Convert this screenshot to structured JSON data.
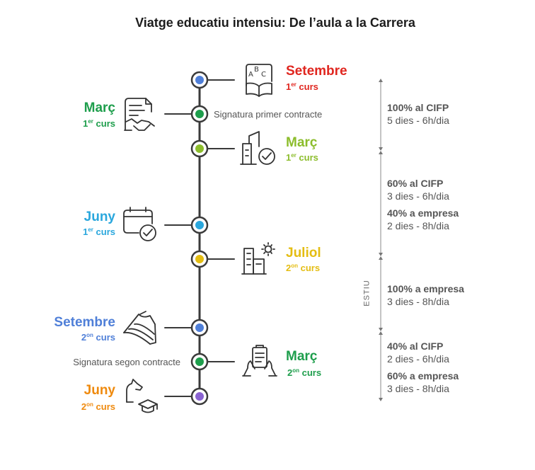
{
  "title": "Viatge educatiu intensiu: De l’aula a la Carrera",
  "colors": {
    "red": "#e0261f",
    "green": "#1e9e4c",
    "lime": "#8cbd2c",
    "cyan": "#2aa7dd",
    "yellow": "#e4bd12",
    "blue": "#4f7fd8",
    "orange": "#ef8a0e",
    "purple": "#8a63d2"
  },
  "milestones": {
    "m1": {
      "month": "Setembre",
      "course_num": "1",
      "course_sup": "er",
      "course_word": "curs",
      "icon": "abc-book-icon",
      "node_color": "#4f7fd8"
    },
    "m2": {
      "month": "Març",
      "course_num": "1",
      "course_sup": "er",
      "course_word": "curs",
      "note": "Signatura primer contracte",
      "icon": "contract-handshake-icon",
      "node_color": "#1e9e4c"
    },
    "m3": {
      "month": "Març",
      "course_num": "1",
      "course_sup": "er",
      "course_word": "curs",
      "icon": "company-check-icon",
      "node_color": "#8cbd2c"
    },
    "m4": {
      "month": "Juny",
      "course_num": "1",
      "course_sup": "er",
      "course_word": "curs",
      "icon": "calendar-check-icon",
      "node_color": "#2aa7dd"
    },
    "m5": {
      "month": "Juliol",
      "course_num": "2",
      "course_sup": "on",
      "course_word": "curs",
      "icon": "building-sun-icon",
      "node_color": "#e4bd12"
    },
    "m6": {
      "month": "Setembre",
      "course_num": "2",
      "course_sup": "on",
      "course_word": "curs",
      "icon": "open-book-icon",
      "node_color": "#4f7fd8"
    },
    "m7": {
      "month": "Març",
      "course_num": "2",
      "course_sup": "on",
      "course_word": "curs",
      "note": "Signatura segon contracte",
      "icon": "hands-clipboard-icon",
      "node_color": "#1e9e4c"
    },
    "m8": {
      "month": "Juny",
      "course_num": "2",
      "course_sup": "on",
      "course_word": "curs",
      "icon": "graduation-icon",
      "node_color": "#8a63d2"
    }
  },
  "periods": {
    "p1": {
      "a_bold": "100% al CIFP",
      "a_norm": "5 dies - 6h/dia"
    },
    "p2": {
      "a_bold": "60% al CIFP",
      "a_norm": "3 dies - 6h/dia",
      "b_bold": "40% a empresa",
      "b_norm": "2 dies - 8h/dia"
    },
    "p3": {
      "label": "ESTIU",
      "a_bold": "100% a empresa",
      "a_norm": "3 dies - 8h/dia"
    },
    "p4": {
      "a_bold": "40% al CIFP",
      "a_norm": "2 dies - 6h/dia",
      "b_bold": "60% a empresa",
      "b_norm": "3 dies - 8h/dia"
    }
  }
}
